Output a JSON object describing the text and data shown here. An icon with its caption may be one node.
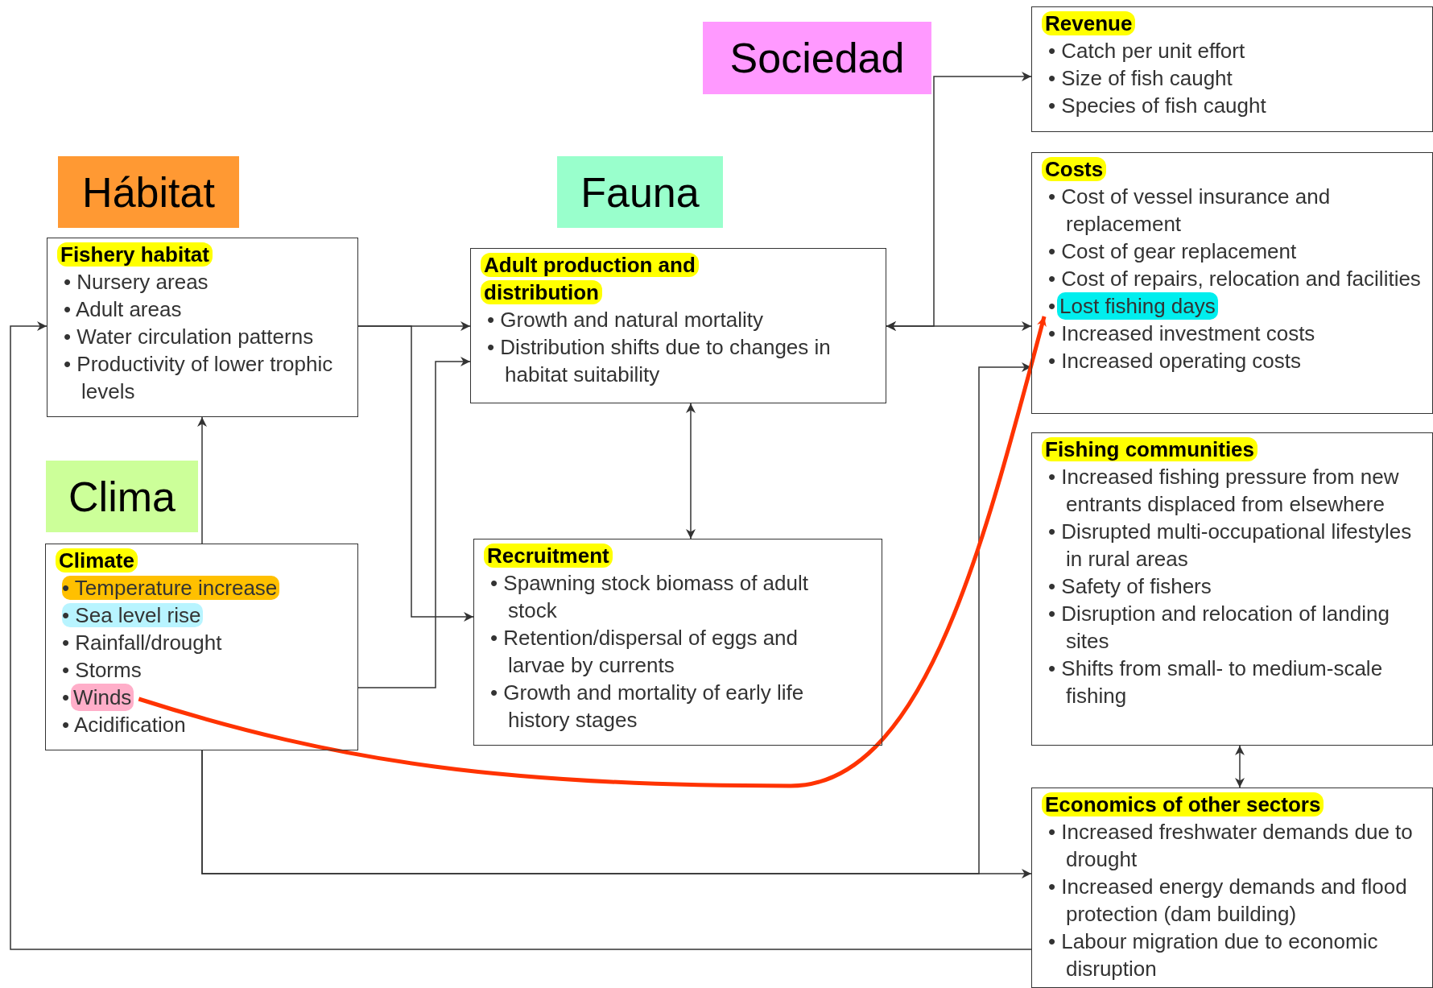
{
  "diagram": {
    "nodes": [
      {
        "text": [
          "Hábitat"
        ]
      },
      {
        "text": [
          "Fishery habitat",
          "• Nursery areas",
          "• Adult areas",
          "• Water circulation patterns",
          "• Productivity of lower trophic levels"
        ]
      },
      {
        "text": [
          "Fauna"
        ]
      },
      {
        "text": [
          "Adult production and distribution",
          "• Growth and natural mortality",
          "• Distribution shifts due to changes in habitat suitability"
        ]
      },
      {
        "text": [
          "Sociedad"
        ]
      },
      {
        "text": [
          "Revenue",
          "• Catch per unit effort",
          "• Size of fish caught",
          "• Species of fish caught"
        ]
      },
      {
        "text": [
          "Costs",
          "• Cost of vessel insurance and replacement",
          "• Cost of gear replacement",
          "• Cost of repairs, relocation and facilities",
          "• Increased investment costs",
          "• Increased operating costs"
        ]
      },
      {
        "text": [
          "Clima"
        ]
      },
      {
        "text": [
          "Climate",
          "• Temperature increase",
          "• Sea level rise",
          "• Rainfall/drought",
          "• Storms",
          "• Acidification"
        ]
      },
      {
        "text": [
          "Recruitment",
          "• Spawning stock biomass of adult stock",
          "• Retention/dispersal of eggs and larvae by currents",
          "• Growth and mortality of early life history stages"
        ]
      },
      {
        "text": [
          "Fishing communities",
          "• Increased fishing pressure from new entrants displaced from elsewhere",
          "• Disrupted multi-occupational lifestyles in rural areas",
          "• Safety of fishers",
          "• Disruption and relocation of landing sites",
          "• Shifts from small- to medium-scale fishing"
        ]
      },
      {
        "text": [
          "Economics of other sectors",
          "• Increased freshwater demands due to drought",
          "• Increased energy demands and flood protection (dam building)",
          "• Labour migration due to economic disruption"
        ]
      },
      {
        "text": [
          "Winds"
        ],
        "in": 8,
        "beside": [
          "•"
        ]
      },
      {
        "text": [
          "Lost fishing days"
        ],
        "in": 6,
        "beside": [
          "•"
        ]
      }
    ],
    "edges": [
      {
        "from": 1,
        "to": 3,
        "arrow": "to"
      },
      {
        "from": 1,
        "to": 9,
        "arrow": "to"
      },
      {
        "from": 8,
        "to": 3,
        "arrow": "to"
      },
      {
        "from": 8,
        "to": 1,
        "arrow": "to"
      },
      {
        "from": 3,
        "to": 9,
        "arrow": "both"
      },
      {
        "from": 3,
        "to": 6,
        "arrow": "both"
      },
      {
        "from": 3,
        "to": 5,
        "arrow": "both"
      },
      {
        "from": 8,
        "to": 11,
        "arrow": "to"
      },
      {
        "from": 8,
        "to": 6,
        "arrow": "to"
      },
      {
        "from": 11,
        "to": 1,
        "arrow": "to"
      },
      {
        "from": 10,
        "to": 11,
        "arrow": "both"
      },
      {
        "from": 12,
        "to": 13,
        "arrow": "to",
        "style": "thick",
        "color": "#ff3300"
      }
    ]
  }
}
